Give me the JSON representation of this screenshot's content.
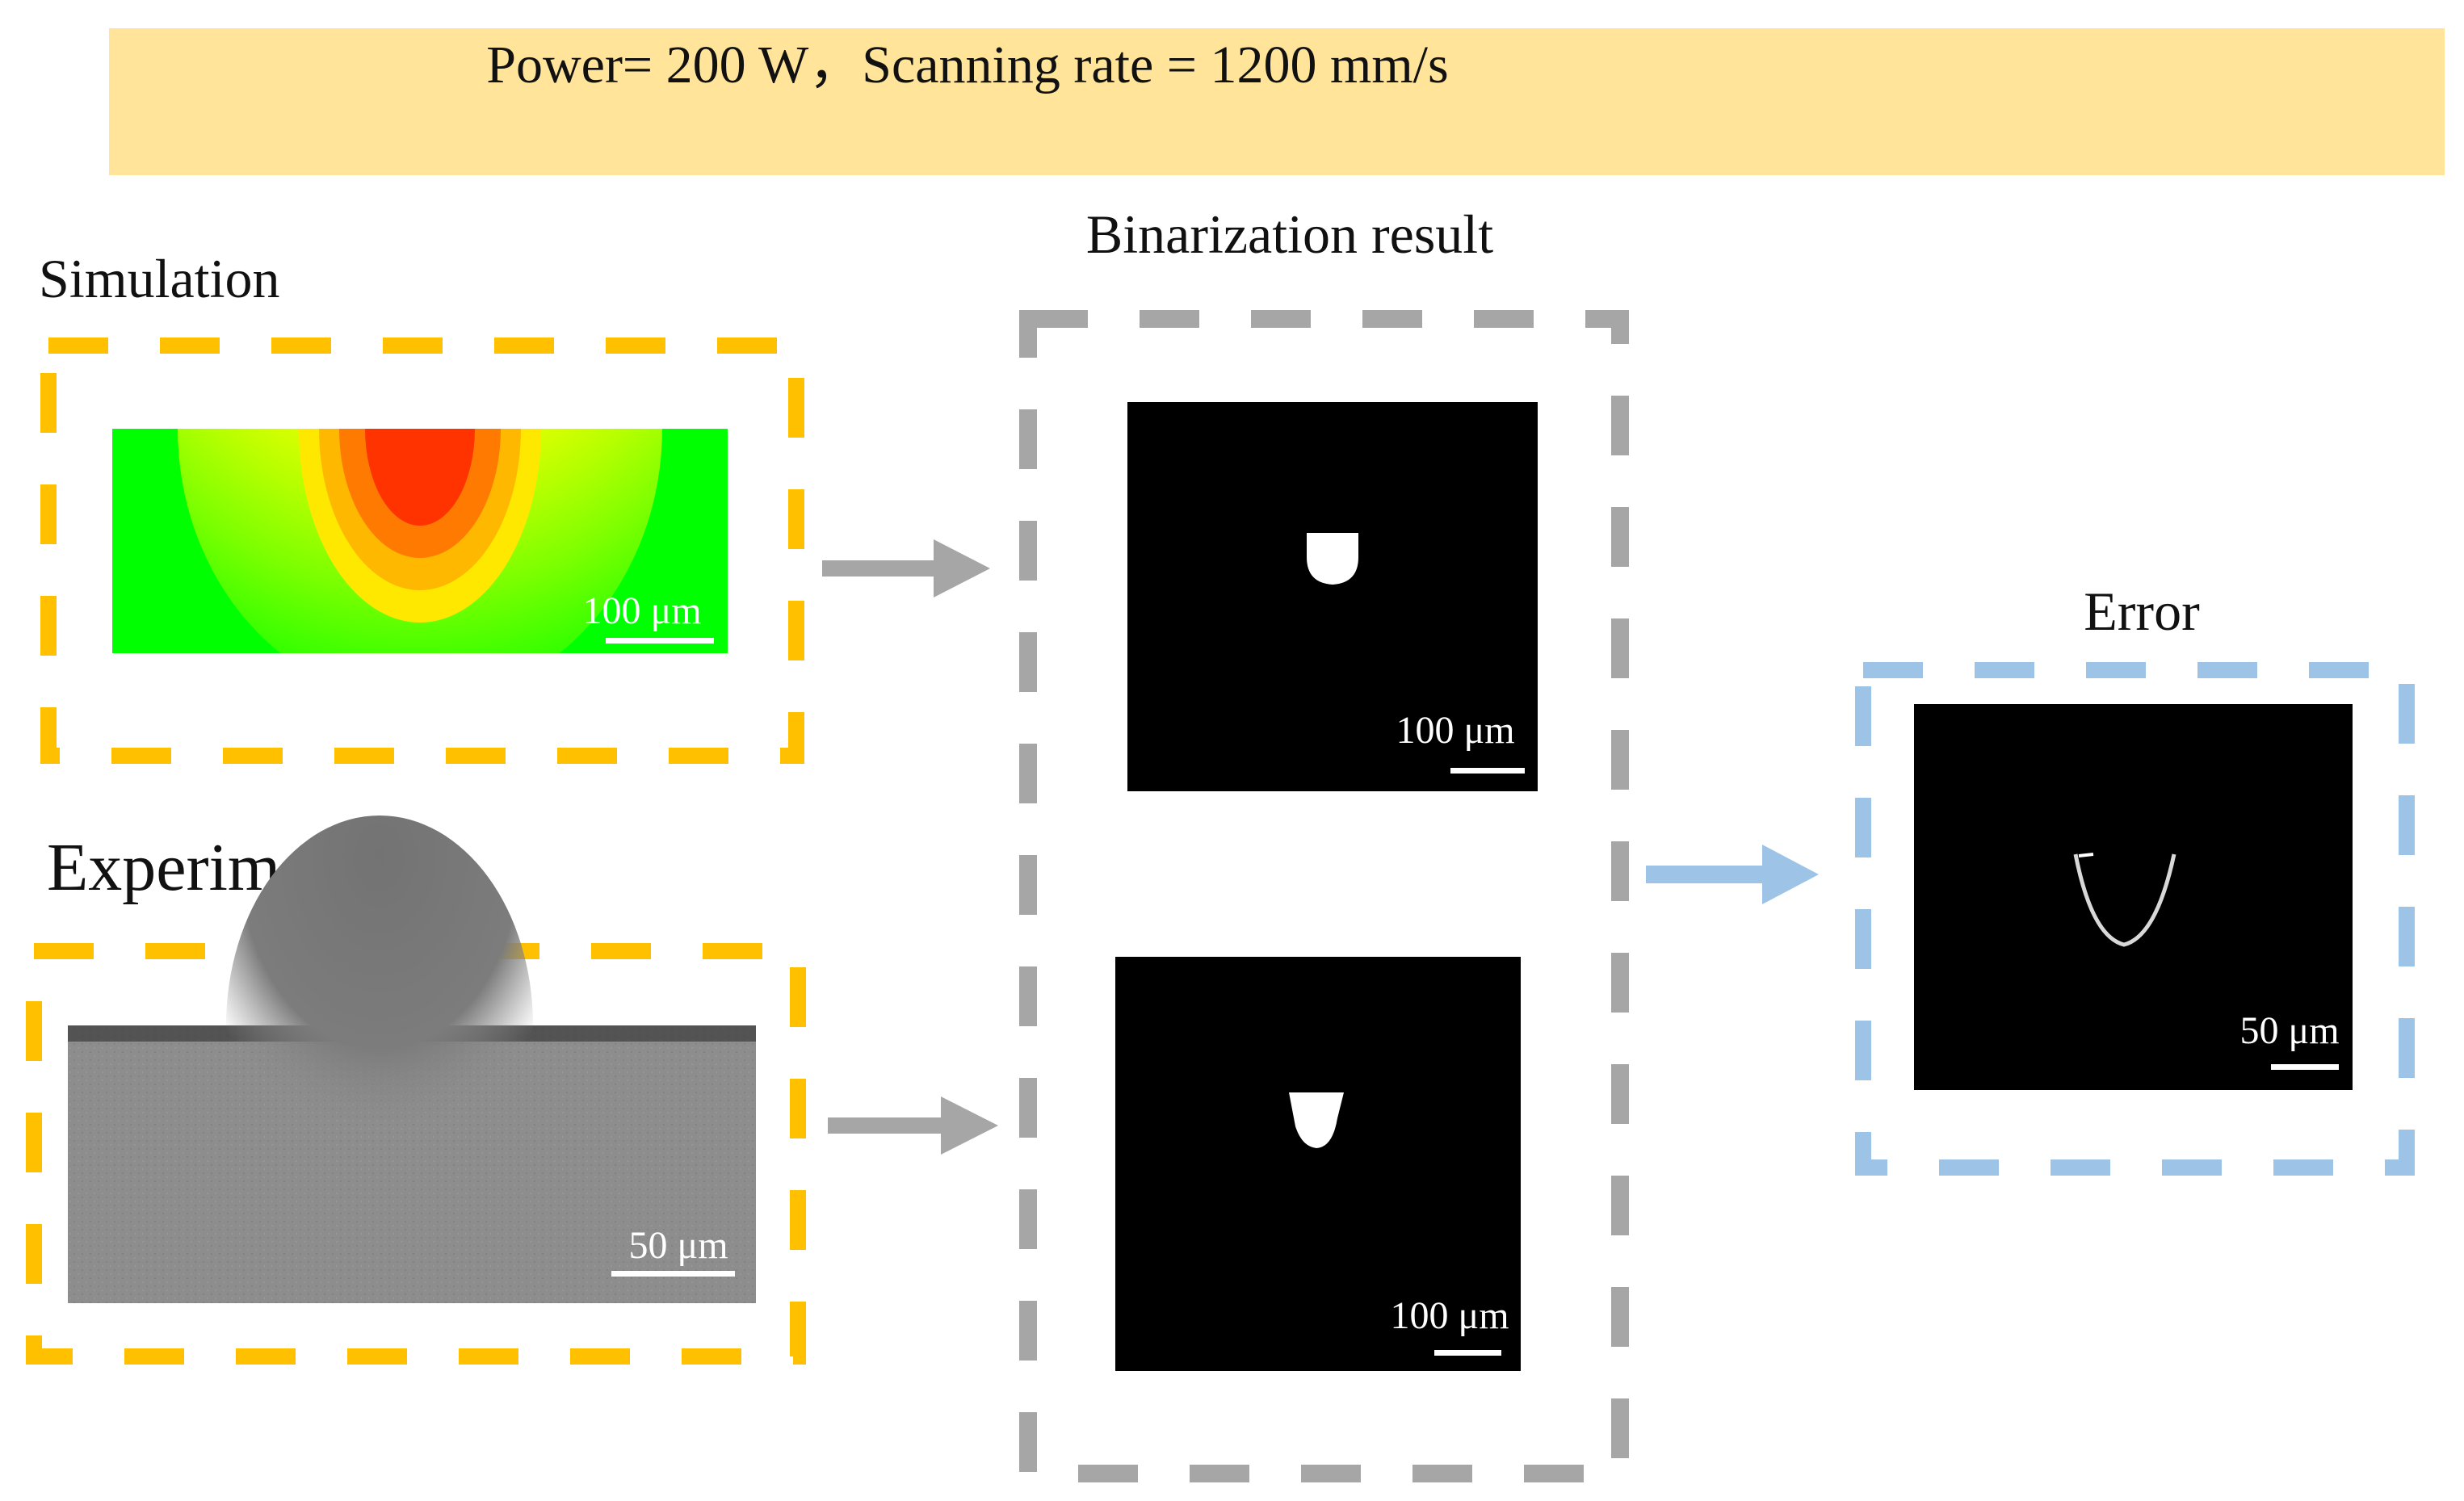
{
  "header": {
    "text": "Power= 200 W，Scanning rate = 1200 mm/s"
  },
  "labels": {
    "simulation": "Simulation",
    "experiment": "Experiment",
    "binarization": "Binarization result",
    "error": "Error"
  },
  "scale_bars": {
    "simulation": "100 μm",
    "experiment": "50 μm",
    "binarized_simulation": "100 μm",
    "binarized_experiment": "100 μm",
    "error": "50 μm"
  },
  "colors": {
    "header_background": "#FFE49A",
    "simulation_frame": "#FFC000",
    "experiment_frame": "#FFC000",
    "binarization_frame": "#A6A6A6",
    "error_frame": "#9DC3E6",
    "arrow_gray": "#A6A6A6",
    "arrow_blue": "#9DC3E6"
  }
}
